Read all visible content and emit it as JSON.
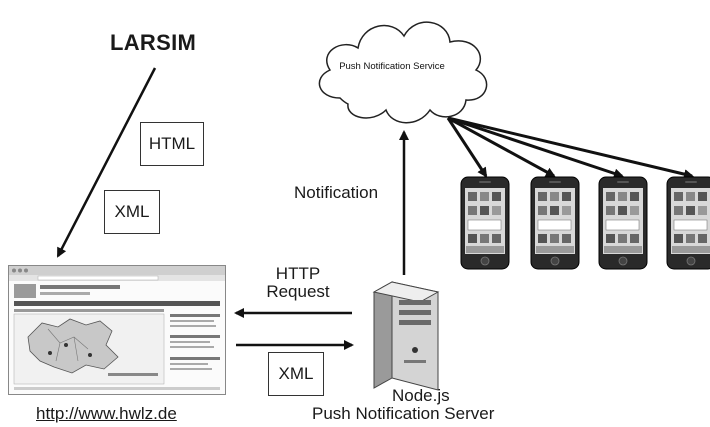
{
  "source": {
    "title": "LARSIM"
  },
  "docs": {
    "html_label": "HTML",
    "xml_label": "XML"
  },
  "cloud": {
    "label": "Push Notification Service"
  },
  "notification": {
    "label": "Notification"
  },
  "request": {
    "line1": "HTTP",
    "line2": "Request"
  },
  "response": {
    "xml_label": "XML"
  },
  "server": {
    "name": "Node.js",
    "role": "Push Notification Server"
  },
  "website": {
    "url": "http://www.hwlz.de"
  },
  "devices": {
    "count": 4
  }
}
